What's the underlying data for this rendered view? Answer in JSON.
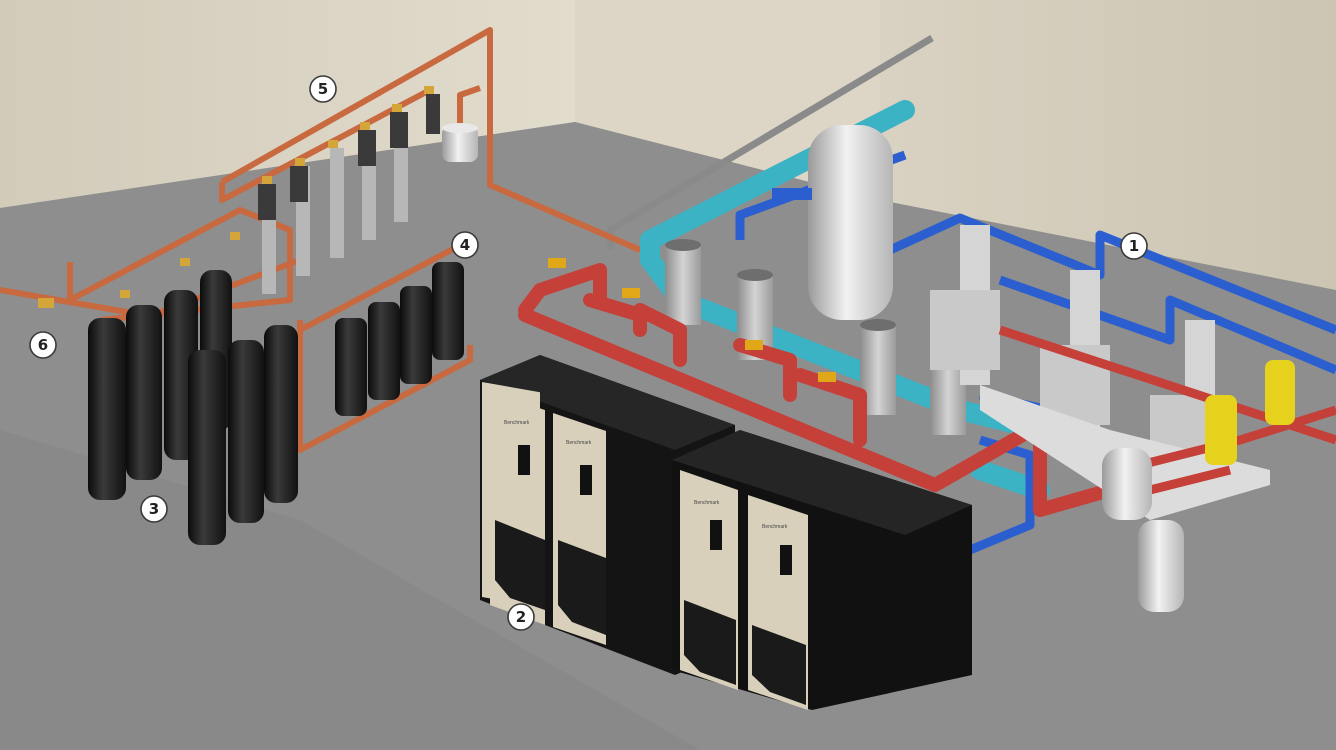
{
  "diagram": {
    "callouts": [
      {
        "id": "1",
        "label": "1"
      },
      {
        "id": "2",
        "label": "2"
      },
      {
        "id": "3",
        "label": "3"
      },
      {
        "id": "4",
        "label": "4"
      },
      {
        "id": "5",
        "label": "5"
      },
      {
        "id": "6",
        "label": "6"
      }
    ],
    "boiler_brand": "Benchmark",
    "colors": {
      "wall": "#d6cfbf",
      "floor": "#8f8f8f",
      "copper_pipe": "#c8693f",
      "red_pipe": "#c6403a",
      "blue_pipe": "#2b5fcf",
      "cyan_pipe": "#3bb3c4",
      "boiler_body": "#1c1c1c",
      "boiler_panel": "#d8d0bb",
      "tank": "#d9d9d9",
      "pump": "#e6d21c",
      "filter_tank": "#151515"
    }
  }
}
